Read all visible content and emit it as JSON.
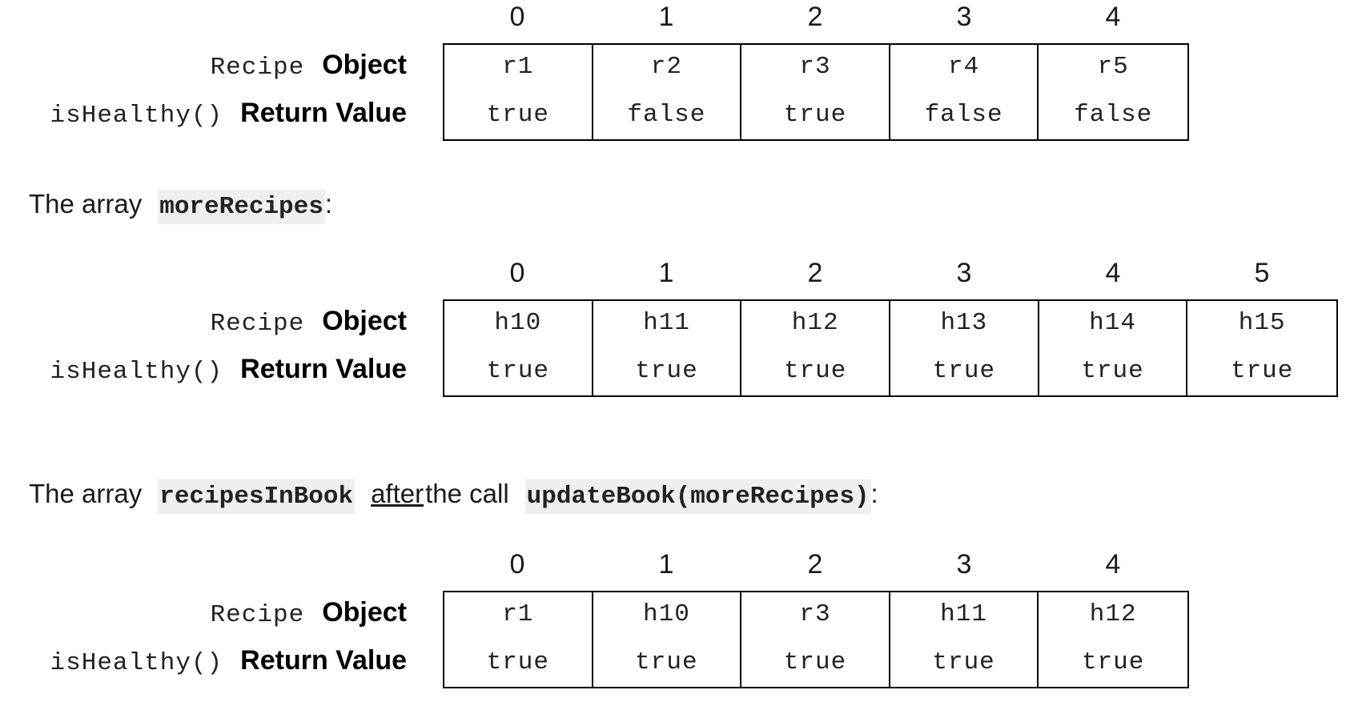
{
  "row_labels": {
    "object_code": "Recipe",
    "object_word": "Object",
    "return_code": "isHealthy()",
    "return_word": "Return Value"
  },
  "table1": {
    "indices": [
      "0",
      "1",
      "2",
      "3",
      "4"
    ],
    "objects": [
      "r1",
      "r2",
      "r3",
      "r4",
      "r5"
    ],
    "values": [
      "true",
      "false",
      "true",
      "false",
      "false"
    ]
  },
  "caption2": {
    "prefix": "The array",
    "code": "moreRecipes",
    "suffix": ":"
  },
  "table2": {
    "indices": [
      "0",
      "1",
      "2",
      "3",
      "4",
      "5"
    ],
    "objects": [
      "h10",
      "h11",
      "h12",
      "h13",
      "h14",
      "h15"
    ],
    "values": [
      "true",
      "true",
      "true",
      "true",
      "true",
      "true"
    ]
  },
  "caption3": {
    "prefix": "The array",
    "code1": "recipesInBook",
    "underlined": "after",
    "middle": "the call",
    "code2": "updateBook(moreRecipes)",
    "suffix": ":"
  },
  "table3": {
    "indices": [
      "0",
      "1",
      "2",
      "3",
      "4"
    ],
    "objects": [
      "r1",
      "h10",
      "r3",
      "h11",
      "h12"
    ],
    "values": [
      "true",
      "true",
      "true",
      "true",
      "true"
    ]
  }
}
